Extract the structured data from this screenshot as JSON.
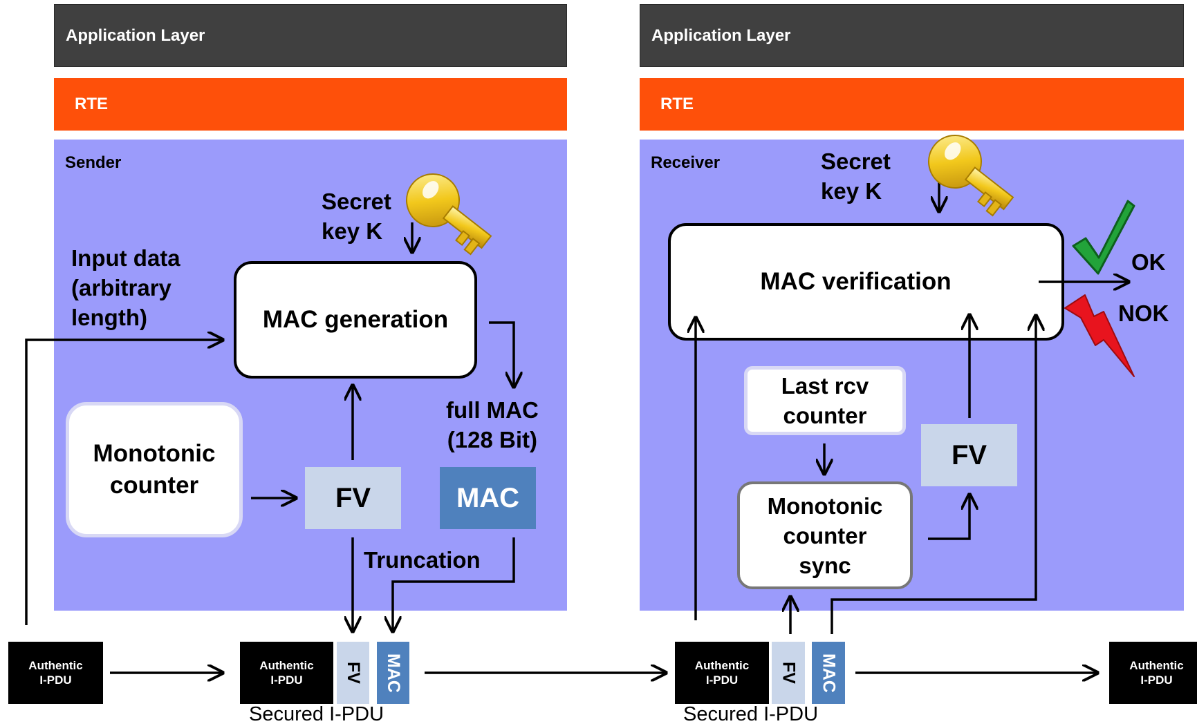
{
  "sender": {
    "app_layer": "Application Layer",
    "rte": "RTE",
    "panel_label": "Sender",
    "secret_key": [
      "Secret",
      "key K"
    ],
    "input_data": [
      "Input data",
      "(arbitrary",
      "length)"
    ],
    "mac_generation": "MAC generation",
    "monotonic_counter": [
      "Monotonic",
      "counter"
    ],
    "fv": "FV",
    "full_mac": [
      "full MAC",
      "(128 Bit)"
    ],
    "mac": "MAC",
    "truncation": "Truncation"
  },
  "receiver": {
    "app_layer": "Application Layer",
    "rte": "RTE",
    "panel_label": "Receiver",
    "secret_key": [
      "Secret",
      "key K"
    ],
    "mac_verification": "MAC verification",
    "ok": "OK",
    "nok": "NOK",
    "last_rcv_counter": [
      "Last rcv",
      "counter"
    ],
    "fv": "FV",
    "counter_sync": [
      "Monotonic",
      "counter",
      "sync"
    ]
  },
  "pdu_row": {
    "authentic_pdu": [
      "Authentic",
      "I-PDU"
    ],
    "fv_seg": "FV",
    "mac_seg": "MAC",
    "secured_caption": "Secured I-PDU"
  },
  "colors": {
    "app_layer": "#404040",
    "rte": "#fe500a",
    "panel": "#9b9bfb",
    "fv": "#c9d6ea",
    "mac": "#4f81bd",
    "ok_check": "#22a33a",
    "nok_bolt": "#e8141e",
    "key": "#f2c81c"
  },
  "icons": [
    "key-icon",
    "checkmark-icon",
    "lightning-icon"
  ]
}
